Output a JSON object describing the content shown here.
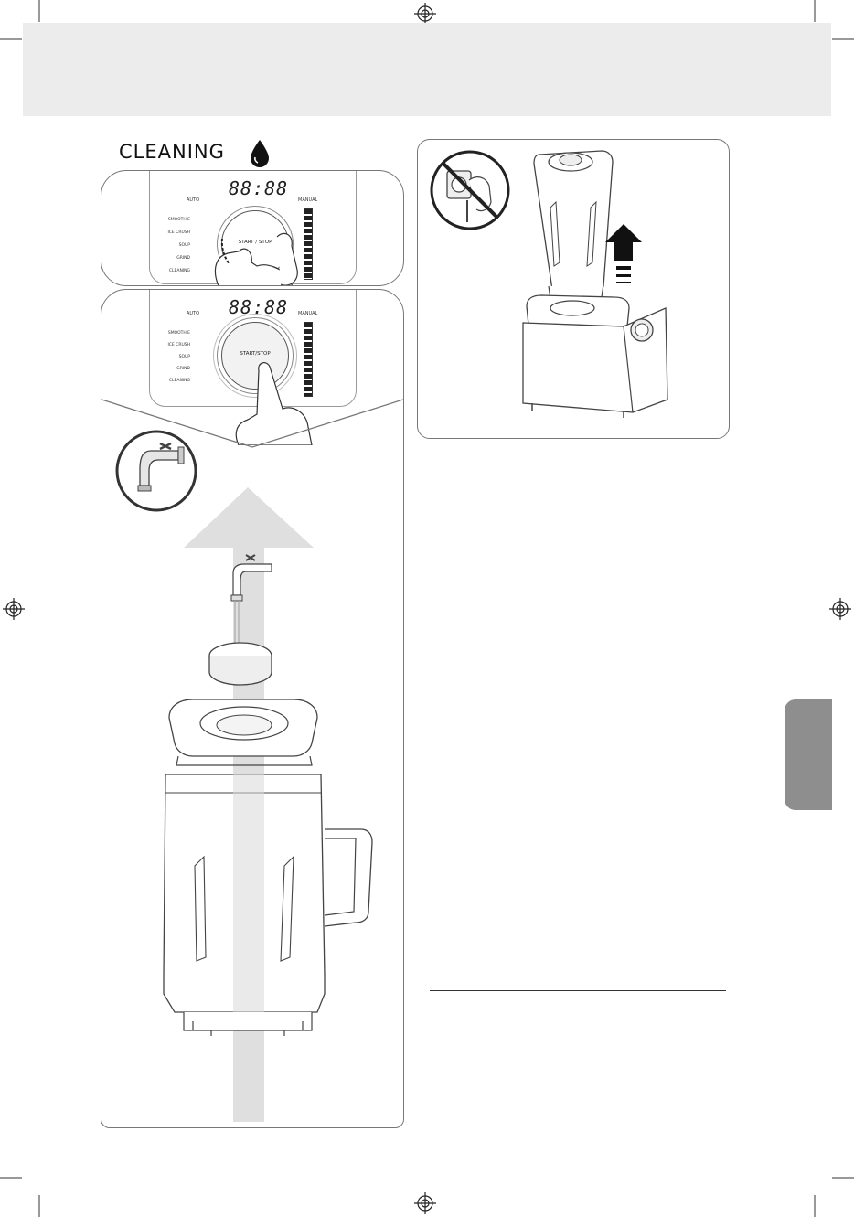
{
  "section": {
    "title": "CLEANING",
    "icon": "water-drop-icon"
  },
  "control_panel": {
    "display_text": "88:88",
    "auto_label": "AUTO",
    "manual_label": "MANUAL",
    "programs": [
      "SMOOTHIE",
      "ICE CRUSH",
      "SOUP",
      "GRIND",
      "CLEANING"
    ],
    "dial_label_top": "START / STOP",
    "dial_label_bottom": "START/STOP"
  },
  "colors": {
    "header_band": "#ececec",
    "side_tab": "#8e8e8e",
    "panel_border": "#777777",
    "water_arrow": "#d9d9d9"
  }
}
